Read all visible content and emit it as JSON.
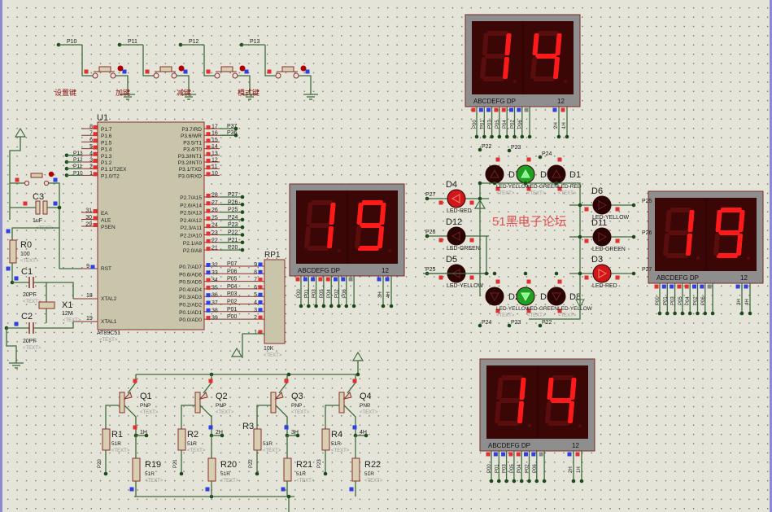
{
  "app": "Proteus ISIS schematic editor",
  "watermark": "51黑电子论坛",
  "buttons": [
    {
      "ref": "P10",
      "label": "设置键"
    },
    {
      "ref": "P11",
      "label": "加键"
    },
    {
      "ref": "P12",
      "label": "减键"
    },
    {
      "ref": "P13",
      "label": "模式键"
    }
  ],
  "mcu": {
    "ref": "U1",
    "part": "AT89C51",
    "text": "<TEXT>",
    "left_pins": [
      {
        "num": "8",
        "name": "P1.7",
        "net": ""
      },
      {
        "num": "7",
        "name": "P1.6",
        "net": ""
      },
      {
        "num": "6",
        "name": "P1.5",
        "net": ""
      },
      {
        "num": "5",
        "name": "P1.4",
        "net": ""
      },
      {
        "num": "4",
        "name": "P1.3",
        "net": "P13"
      },
      {
        "num": "3",
        "name": "P1.2",
        "net": "P12"
      },
      {
        "num": "2",
        "name": "P1.1/T2EX",
        "net": "P11"
      },
      {
        "num": "1",
        "name": "P1.0/T2",
        "net": "P10"
      }
    ],
    "ctrl_pins": [
      {
        "num": "31",
        "name": "EA"
      },
      {
        "num": "30",
        "name": "ALE"
      },
      {
        "num": "29",
        "name": "PSEN"
      }
    ],
    "rst_pin": {
      "num": "9",
      "name": "RST"
    },
    "xtal_pins": [
      {
        "num": "18",
        "name": "XTAL2"
      },
      {
        "num": "19",
        "name": "XTAL1"
      }
    ],
    "p3_pins": [
      {
        "num": "17",
        "name": "P3.7/RD",
        "net": "P37"
      },
      {
        "num": "16",
        "name": "P3.6/WR",
        "net": "P36"
      },
      {
        "num": "15",
        "name": "P3.5/T1",
        "net": ""
      },
      {
        "num": "14",
        "name": "P3.4/T0",
        "net": ""
      },
      {
        "num": "13",
        "name": "P3.3/INT1",
        "net": ""
      },
      {
        "num": "12",
        "name": "P3.2/INT0",
        "net": ""
      },
      {
        "num": "11",
        "name": "P3.1/TXD",
        "net": ""
      },
      {
        "num": "10",
        "name": "P3.0/RXD",
        "net": ""
      }
    ],
    "p2_pins": [
      {
        "num": "28",
        "name": "P2.7/A15",
        "net": "P27"
      },
      {
        "num": "27",
        "name": "P2.6/A14",
        "net": "P26"
      },
      {
        "num": "26",
        "name": "P2.5/A13",
        "net": "P25"
      },
      {
        "num": "25",
        "name": "P2.4/A12",
        "net": "P24"
      },
      {
        "num": "24",
        "name": "P2.3/A11",
        "net": "P23"
      },
      {
        "num": "23",
        "name": "P2.2/A10",
        "net": "P22"
      },
      {
        "num": "22",
        "name": "P2.1/A9",
        "net": "P21"
      },
      {
        "num": "21",
        "name": "P2.0/A8",
        "net": "P20"
      }
    ],
    "p0_pins": [
      {
        "num": "32",
        "name": "P0.7/AD7",
        "net": "P07"
      },
      {
        "num": "33",
        "name": "P0.6/AD6",
        "net": "P06"
      },
      {
        "num": "34",
        "name": "P0.5/AD5",
        "net": "P05"
      },
      {
        "num": "35",
        "name": "P0.4/AD4",
        "net": "P04"
      },
      {
        "num": "36",
        "name": "P0.3/AD3",
        "net": "P03"
      },
      {
        "num": "37",
        "name": "P0.2/AD2",
        "net": "P02"
      },
      {
        "num": "38",
        "name": "P0.1/AD1",
        "net": "P01"
      },
      {
        "num": "39",
        "name": "P0.0/AD0",
        "net": "P00"
      }
    ]
  },
  "rp1": {
    "ref": "RP1",
    "value": "10K",
    "text": "<TEXT>",
    "pins": [
      "9",
      "8",
      "7",
      "6",
      "5",
      "4",
      "3",
      "2",
      "1"
    ]
  },
  "passives": [
    {
      "ref": "C3",
      "value": "1uF",
      "text": "<TEXT>"
    },
    {
      "ref": "R0",
      "value": "100",
      "text": "<TEXT>"
    },
    {
      "ref": "C1",
      "value": "20PF",
      "text": "<TEXT>"
    },
    {
      "ref": "X1",
      "value": "12M",
      "text": "<TEXT>"
    },
    {
      "ref": "C2",
      "value": "20PF",
      "text": "<TEXT>"
    }
  ],
  "drivers": [
    {
      "q": "Q1",
      "type": "PNP",
      "rb": "R1",
      "rb_val": "51R",
      "rc": "R19",
      "rc_val": "51R",
      "out": "1H",
      "in": "P20",
      "text": "<TEXT>"
    },
    {
      "q": "Q2",
      "type": "PNP",
      "rb": "R2",
      "rb_val": "51R",
      "rc": "R20",
      "rc_val": "51R",
      "out": "2H",
      "in": "P21",
      "text": "<TEXT>"
    },
    {
      "q": "Q3",
      "type": "PNP",
      "rb": "R3",
      "rb_val": "51R",
      "rc": "R21",
      "rc_val": "51R",
      "out": "3H",
      "in": "P22",
      "text": "<TEXT>"
    },
    {
      "q": "Q4",
      "type": "PNP",
      "rb": "R4",
      "rb_val": "51R",
      "rc": "R22",
      "rc_val": "51R",
      "out": "4H",
      "in": "P23",
      "text": "<TEXT>"
    }
  ],
  "displays": [
    {
      "id": "north",
      "digits": "14",
      "seg_label": "ABCDEFG  DP",
      "pos_label": "12",
      "pins": [
        "P00",
        "P01",
        "P03",
        "P05",
        "P04",
        "P02",
        "P06"
      ],
      "sel": [
        "2H",
        "1H"
      ]
    },
    {
      "id": "west",
      "digits": "19",
      "seg_label": "ABCDEFG  DP",
      "pos_label": "12",
      "pins": [
        "P00",
        "P01",
        "P03",
        "P05",
        "P04",
        "P02",
        "P06"
      ],
      "sel": [
        "3H",
        "4H"
      ]
    },
    {
      "id": "east",
      "digits": "19",
      "seg_label": "ABCDEFG  DP",
      "pos_label": "12",
      "pins": [
        "P00",
        "P01",
        "P03",
        "P05",
        "P04",
        "P02",
        "P06"
      ],
      "sel": [
        "3H",
        "4H"
      ]
    },
    {
      "id": "south",
      "digits": "14",
      "seg_label": "ABCDEFG  DP",
      "pos_label": "12",
      "pins": [
        "P00",
        "P01",
        "P03",
        "P05",
        "P04",
        "P02",
        "P06"
      ],
      "sel": [
        "2H",
        "1H"
      ]
    }
  ],
  "leds": [
    {
      "ref": "D4",
      "type": "LED-RED",
      "net": "P27",
      "on": true
    },
    {
      "ref": "D12",
      "type": "LED-GREEN",
      "net": "P26",
      "on": false
    },
    {
      "ref": "D5",
      "type": "LED-YELLOW",
      "net": "P25",
      "on": false
    },
    {
      "ref": "D6",
      "type": "LED-YELLOW",
      "net": "P25",
      "on": false
    },
    {
      "ref": "D11",
      "type": "LED-GREEN",
      "net": "P26",
      "on": false
    },
    {
      "ref": "D3",
      "type": "LED-RED",
      "net": "P27",
      "on": true
    },
    {
      "ref": "D7",
      "type": "LED-YELLOW",
      "net": "P22",
      "on": false
    },
    {
      "ref": "D9",
      "type": "LED-GREEN",
      "net": "P23",
      "on": true
    },
    {
      "ref": "D1",
      "type": "LED-RED",
      "net": "P24",
      "on": false
    },
    {
      "ref": "D2",
      "type": "LED-YELLOW",
      "net": "P24",
      "on": false
    },
    {
      "ref": "D10",
      "type": "LED-GREEN",
      "net": "P23",
      "on": true
    },
    {
      "ref": "D8",
      "type": "LED-YELLOW",
      "net": "P22",
      "on": false
    }
  ],
  "text_placeholder": "<TEXT>",
  "colors": {
    "wire": "#3f6b3f",
    "body": "#c8c4a8",
    "body_border": "#8a2a2a",
    "seg_on": "#ff1a1a",
    "seg_off": "#5a0d0d",
    "disp_bg": "#3a0606",
    "led_red": "#d01818",
    "led_green": "#20a020",
    "led_off": "#2a0505",
    "label": "#7a1010"
  }
}
